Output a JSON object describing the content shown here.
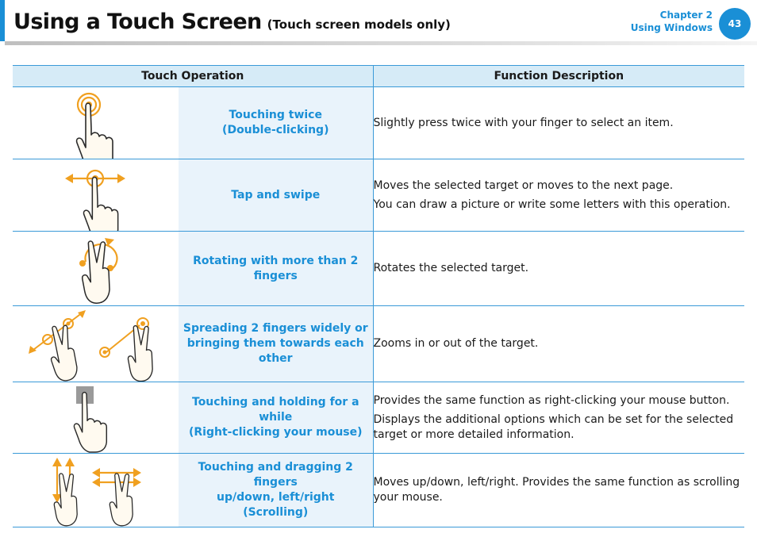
{
  "header": {
    "title": "Using a Touch Screen",
    "subtitle": "(Touch screen models only)",
    "chapter": "Chapter 2",
    "section": "Using Windows",
    "page_number": "43"
  },
  "table": {
    "headers": [
      "Touch Operation",
      "Function Description"
    ],
    "rows": [
      {
        "name_lines": [
          "Touching twice",
          "(Double-clicking)"
        ],
        "icon": "double-tap-gesture-icon",
        "description": [
          "Slightly press twice with your finger to select an item."
        ]
      },
      {
        "name_lines": [
          "Tap and swipe"
        ],
        "icon": "tap-and-swipe-gesture-icon",
        "description": [
          "Moves the selected target or moves to the next page.",
          "You can draw a picture or write some letters with this operation."
        ]
      },
      {
        "name_lines": [
          "Rotating with more than 2 fingers"
        ],
        "icon": "rotate-gesture-icon",
        "description": [
          "Rotates the selected target."
        ]
      },
      {
        "name_lines": [
          "Spreading 2 fingers widely or",
          "bringing them towards each other"
        ],
        "icon": "pinch-zoom-gesture-icon",
        "description": [
          "Zooms in or out of the target."
        ]
      },
      {
        "name_lines": [
          "Touching and holding for a while",
          "(Right-clicking your mouse)"
        ],
        "icon": "press-and-hold-gesture-icon",
        "description": [
          "Provides the same function as right-clicking your mouse button.",
          "Displays the additional options which can be set for the selected target or more detailed information."
        ]
      },
      {
        "name_lines": [
          "Touching and dragging 2 fingers",
          "up/down, left/right",
          "(Scrolling)"
        ],
        "icon": "two-finger-scroll-gesture-icon",
        "description": [
          "Moves up/down, left/right. Provides the same function as scrolling your mouse."
        ]
      }
    ]
  },
  "colors": {
    "accent": "#1a8fd6",
    "header_fill": "#d6ebf7",
    "name_fill": "#e9f3fb",
    "gesture_orange": "#f0a020",
    "hand_fill": "#fffaf0"
  }
}
